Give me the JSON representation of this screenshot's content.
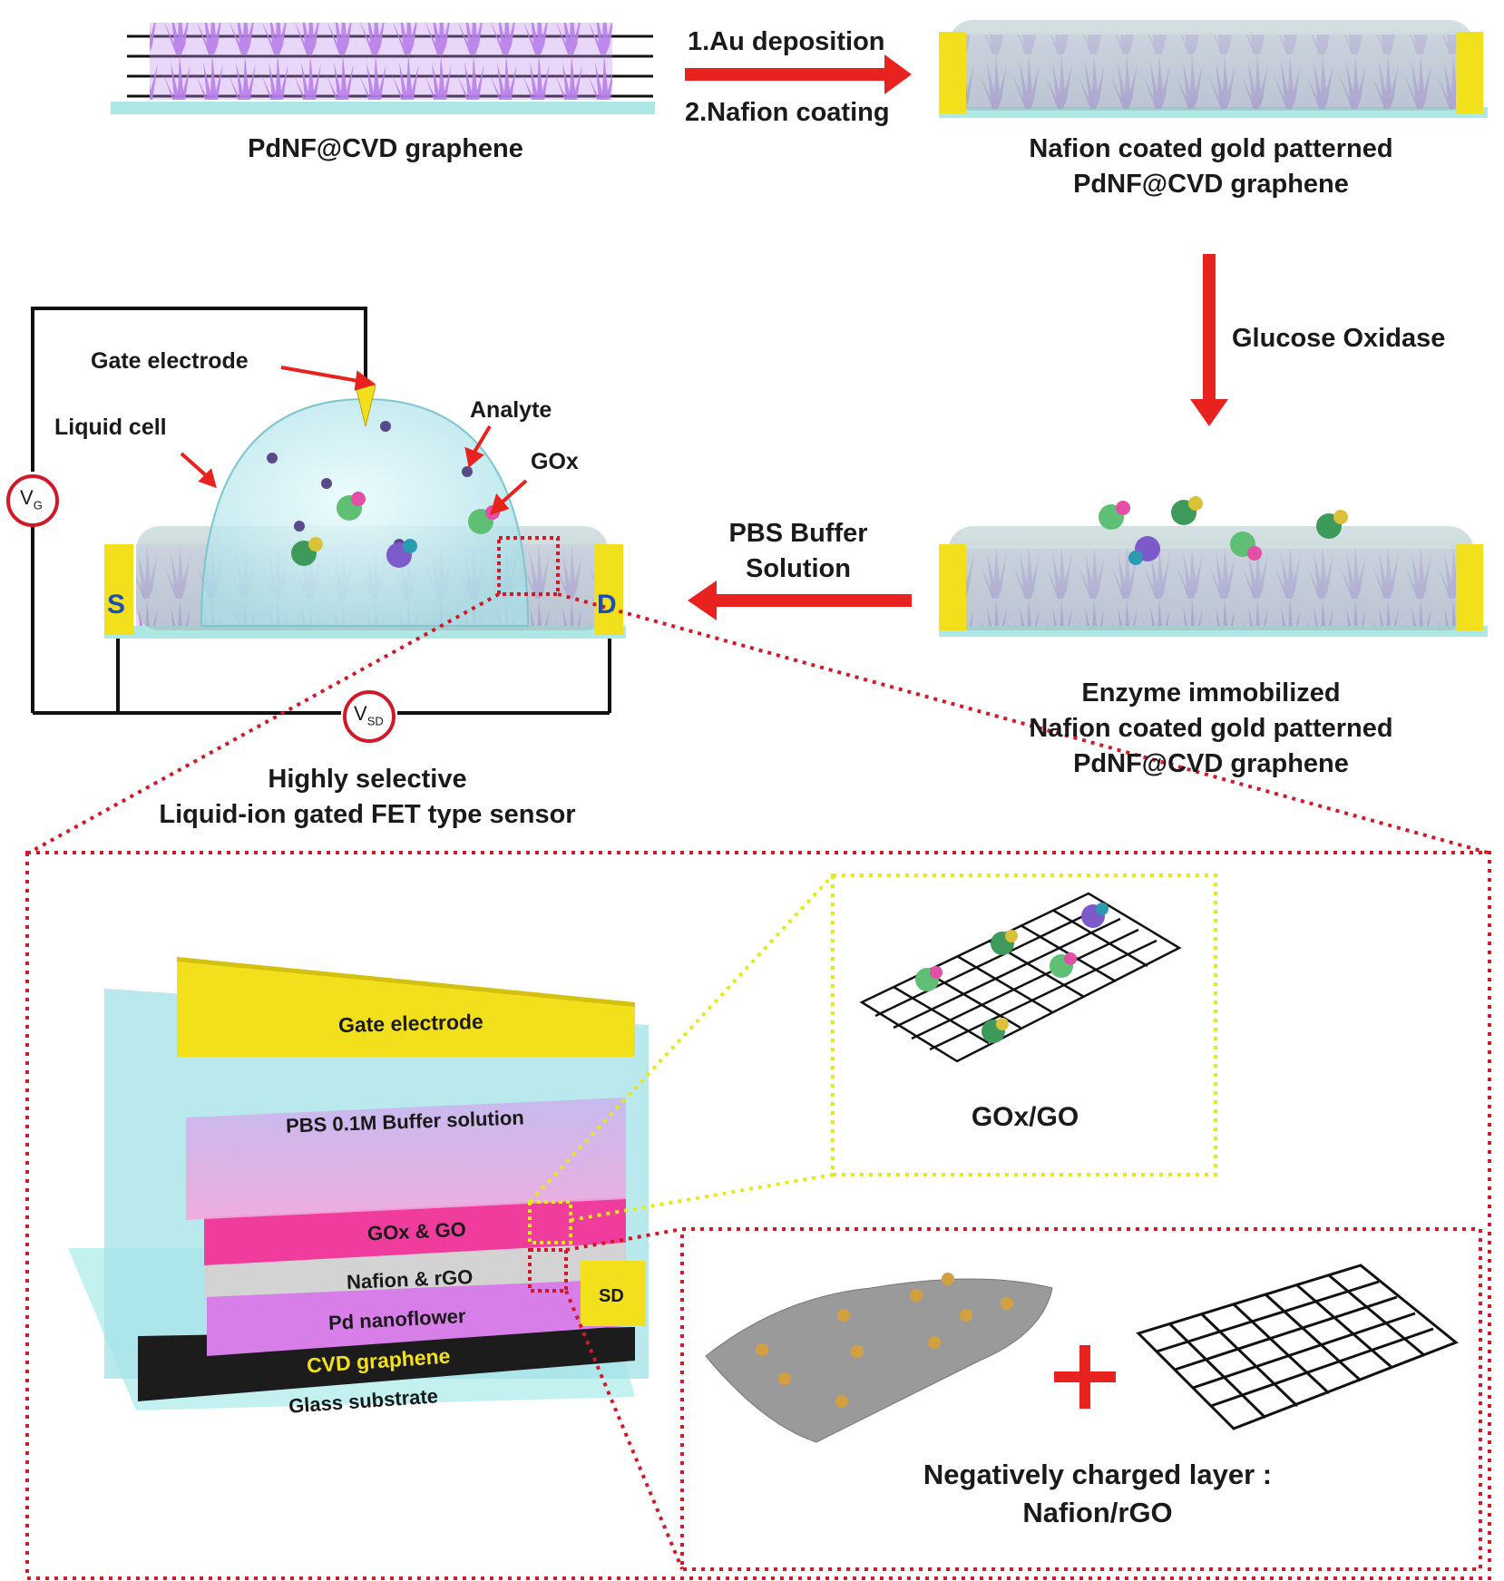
{
  "title_top_left": "PdNF@CVD graphene",
  "arrow1": {
    "line1": "1.Au deposition",
    "line2": "2.Nafion coating"
  },
  "title_top_right": {
    "line1": "Nafion coated gold patterned",
    "line2": "PdNF@CVD graphene"
  },
  "arrow2": "Glucose Oxidase",
  "title_mid_right": {
    "line1": "Enzyme immobilized",
    "line2": "Nafion coated gold patterned",
    "line3": "PdNF@CVD graphene"
  },
  "arrow3": {
    "line1": "PBS Buffer",
    "line2": "Solution"
  },
  "sensor": {
    "gate_electrode": "Gate electrode",
    "liquid_cell": "Liquid cell",
    "analyte": "Analyte",
    "gox": "GOx",
    "vg_main": "V",
    "vg_sub": "G",
    "vsd_main": "V",
    "vsd_sub": "SD",
    "s_label": "S",
    "d_label": "D",
    "caption_line1": "Highly selective",
    "caption_line2": "Liquid-ion gated FET type sensor"
  },
  "stack": {
    "gate": "Gate electrode",
    "pbs": "PBS 0.1M Buffer solution",
    "gox_go": "GOx & GO",
    "nafion_rgo": "Nafion & rGO",
    "pd": "Pd nanoflower",
    "cvd": "CVD graphene",
    "glass": "Glass substrate",
    "sd": "SD"
  },
  "inset_gox": "GOx/GO",
  "inset_neg": {
    "line1": "Negatively charged layer :",
    "line2": "Nafion/rGO"
  },
  "colors": {
    "arrow_red": "#e8231f",
    "gold": "#f2e01c",
    "purple": "#a86bd6",
    "pink": "#f03c9c",
    "cyan": "#bfeef0",
    "dotted_red": "#d01a2a",
    "dotted_yellow": "#e6e81e"
  }
}
